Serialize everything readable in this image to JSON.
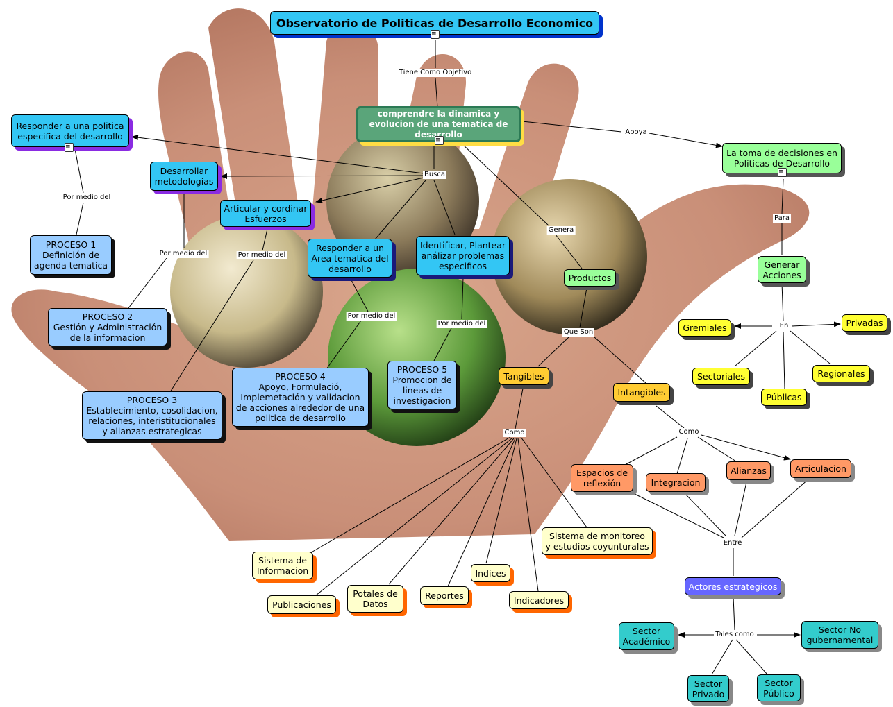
{
  "title": "Observatorio de Politicas de Desarrollo Economico",
  "central_concept": "comprendre la dinamica y evolucion de una tematica de desarrollo",
  "link_labels": {
    "tiene_como_objetivo": "Tiene Como Objetivo",
    "apoya": "Apoya",
    "busca": "Busca",
    "genera": "Genera",
    "para": "Para",
    "por_medio_del_1": "Por medio del",
    "por_medio_del_2": "Por medio del",
    "por_medio_del_3": "Por medio del",
    "por_medio_del_4": "Por medio del",
    "por_medio_del_5": "Por medio del",
    "que_son": "Que Son",
    "en": "En",
    "como_1": "Como",
    "como_2": "Como",
    "entre": "Entre",
    "tales_como": "Tales como"
  },
  "nodes": {
    "responder_politica": "Responder a una politica\nespecifica del desarrollo",
    "desarrollar_metodologias": "Desarrollar\nmetodologias",
    "articular": "Articular y cordinar\nEsfuerzos",
    "responder_area": "Responder a un\nArea tematica del\ndesarrollo",
    "identificar": "Identificar, Plantear\nanálizar problemas\nespecificos",
    "toma_decisiones": "La toma de decisiones en\nPoliticas de Desarrollo",
    "proceso1": "PROCESO 1\nDefinición de\nagenda tematica",
    "proceso2": "PROCESO 2\nGestión y Administración\nde la informacion",
    "proceso3": "PROCESO 3\nEstablecimiento, cosolidacion,\nrelaciones, interistitucionales\ny alianzas estrategicas",
    "proceso4": "PROCESO 4\nApoyo, Formulació,\nImplemetación y validacion\nde acciones alrededor de una\npolitica de desarrollo",
    "proceso5": "PROCESO 5\nPromocion de\nlineas de\ninvestigacion",
    "productos": "Productos",
    "generar_acciones": "Generar\nAcciones",
    "gremiales": "Gremiales",
    "privadas": "Privadas",
    "sectoriales": "Sectoriales",
    "regionales": "Regionales",
    "publicas": "Públicas",
    "tangibles": "Tangibles",
    "intangibles": "Intangibles",
    "espacios": "Espacios de\nreflexión",
    "integracion": "Integracion",
    "alianzas": "Alianzas",
    "articulacion": "Articulacion",
    "sistema_monitoreo": "Sistema de monitoreo\ny estudios coyunturales",
    "sistema_informacion": "Sistema de\nInformacion",
    "publicaciones": "Publicaciones",
    "potales": "Potales de\nDatos",
    "reportes": "Reportes",
    "indices": "Indices",
    "indicadores": "Indicadores",
    "actores": "Actores estrategicos",
    "sector_academico": "Sector\nAcadémico",
    "sector_no_gub": "Sector No\ngubernamental",
    "sector_privado": "Sector\nPrivado",
    "sector_publico": "Sector\nPúblico"
  },
  "colors": {
    "sky_blue": "#33c6f4",
    "light_blue": "#99ccff",
    "green": "#99ff99",
    "yellow": "#ffff33",
    "orange": "#ffcc33",
    "salmon": "#ff9966",
    "cream": "#ffffcc",
    "purple": "#6666ff",
    "teal": "#33cccc",
    "central_green": "#5aa57a"
  }
}
